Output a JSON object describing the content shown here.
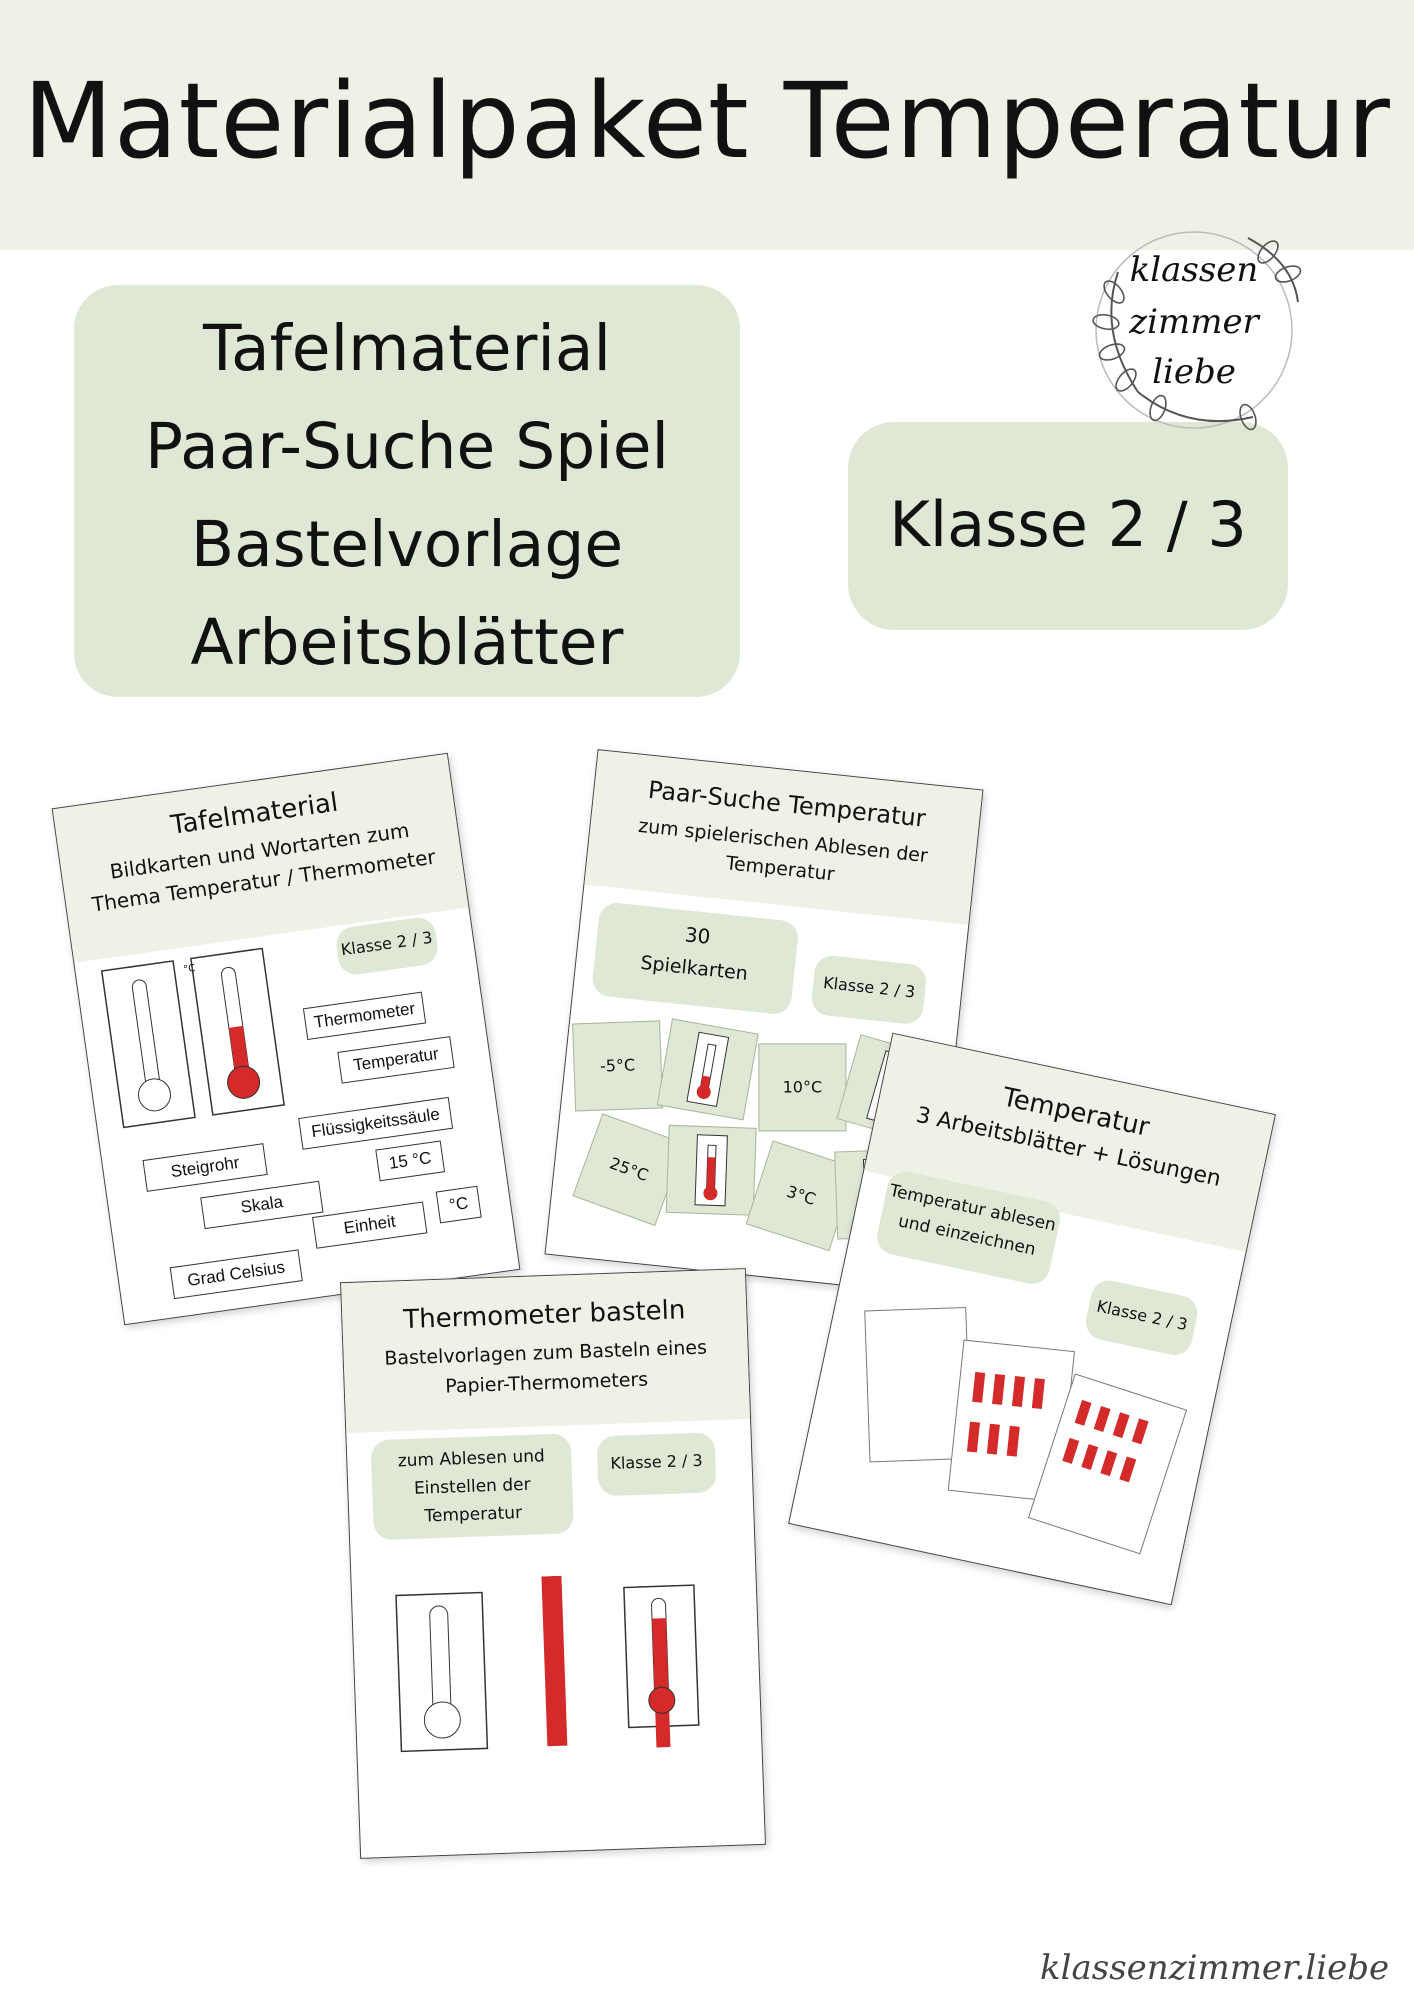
{
  "title": "Materialpaket Temperatur",
  "contents": [
    "Tafelmaterial",
    "Paar-Suche Spiel",
    "Bastelvorlage",
    "Arbeitsblätter"
  ],
  "grade": "Klasse 2 / 3",
  "logo_text": [
    "klassen",
    "zimmer",
    "liebe"
  ],
  "signature": "klassenzimmer.liebe",
  "sheets": {
    "tafel": {
      "title": "Tafelmaterial",
      "subtitle": [
        "Bildkarten und Wortarten zum",
        "Thema Temperatur / Thermometer"
      ],
      "grade": "Klasse 2 / 3",
      "words": [
        "Thermometer",
        "Temperatur",
        "Flüssigkeitssäule",
        "Steigrohr",
        "15 °C",
        "Skala",
        "Einheit",
        "°C",
        "Grad Celsius"
      ],
      "unit": "°C"
    },
    "paar": {
      "title": "Paar-Suche Temperatur",
      "subtitle": [
        "zum spielerischen Ablesen der",
        "Temperatur"
      ],
      "count": "30",
      "count_label": "Spielkarten",
      "grade": "Klasse 2 / 3",
      "cards": [
        "-5°C",
        "10°C",
        "25°C",
        "3°C"
      ]
    },
    "arbeit": {
      "title": "Temperatur",
      "subtitle": "3 Arbeitsblätter + Lösungen",
      "box": [
        "Temperatur ablesen",
        "und einzeichnen"
      ],
      "grade": "Klasse 2 / 3"
    },
    "bastel": {
      "title": "Thermometer basteln",
      "subtitle": [
        "Bastelvorlagen zum Basteln eines",
        "Papier-Thermometers"
      ],
      "box": [
        "zum Ablesen und",
        "Einstellen der",
        "Temperatur"
      ],
      "grade": "Klasse 2 / 3"
    }
  },
  "colors": {
    "banner": "#eef1e6",
    "green": "#dfe8d5",
    "red": "#d42a2a"
  }
}
